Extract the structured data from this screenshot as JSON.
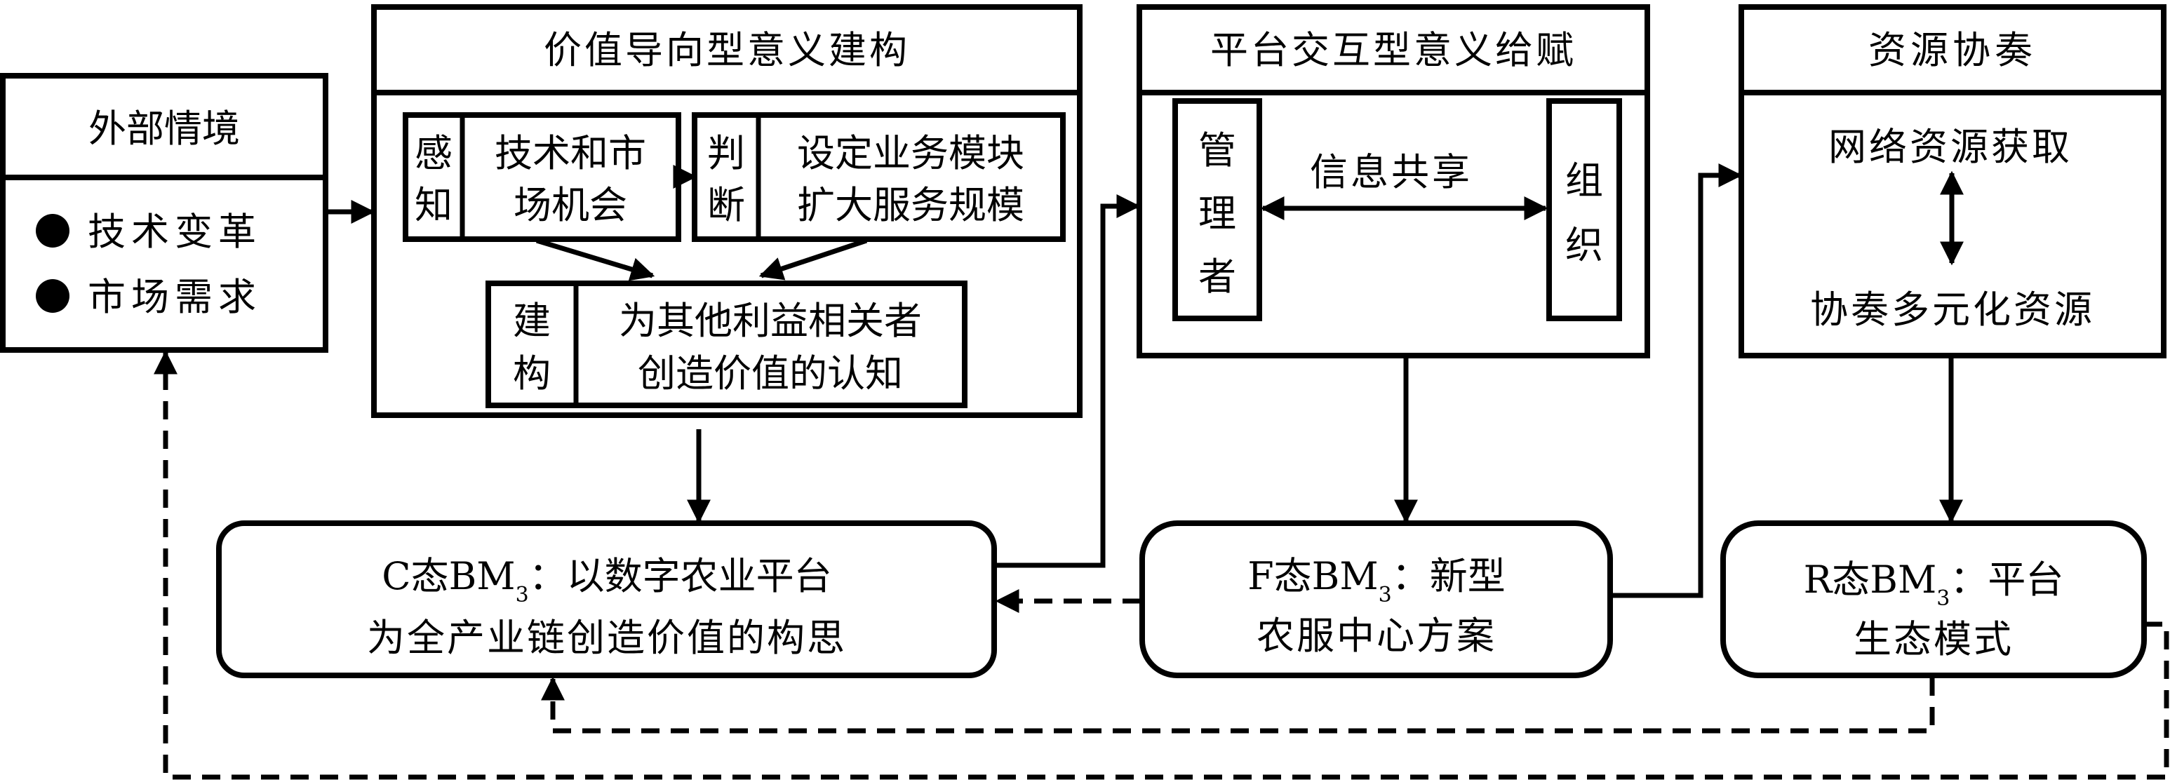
{
  "colors": {
    "stroke": "#000000",
    "background": "#ffffff"
  },
  "external": {
    "title": "外部情境",
    "items": [
      "技术变革",
      "市场需求"
    ],
    "bullet_icon": "●"
  },
  "value_construction": {
    "title": "价值导向型意义建构",
    "perceive": {
      "label": [
        "感",
        "知"
      ],
      "content": [
        "技术和市",
        "场机会"
      ]
    },
    "judge": {
      "label": [
        "判",
        "断"
      ],
      "content": [
        "设定业务模块",
        "扩大服务规模"
      ]
    },
    "construct": {
      "label": [
        "建",
        "构"
      ],
      "content": [
        "为其他利益相关者",
        "创造价值的认知"
      ]
    }
  },
  "platform_interaction": {
    "title": "平台交互型意义给赋",
    "manager": [
      "管",
      "理",
      "者"
    ],
    "organization": [
      "组",
      "织"
    ],
    "link_label": "信息共享"
  },
  "resource_orchestration": {
    "title": "资源协奏",
    "top": "网络资源获取",
    "bottom": "协奏多元化资源"
  },
  "states": {
    "c": {
      "prefix": "C态BM",
      "sub": "3",
      "line1_rest": "：以数字农业平台",
      "line2": "为全产业链创造价值的构思"
    },
    "f": {
      "prefix": "F态BM",
      "sub": "3",
      "line1_rest": "：新型",
      "line2": "农服中心方案"
    },
    "r": {
      "prefix": "R态BM",
      "sub": "3",
      "line1_rest": "：平台",
      "line2": "生态模式"
    }
  }
}
